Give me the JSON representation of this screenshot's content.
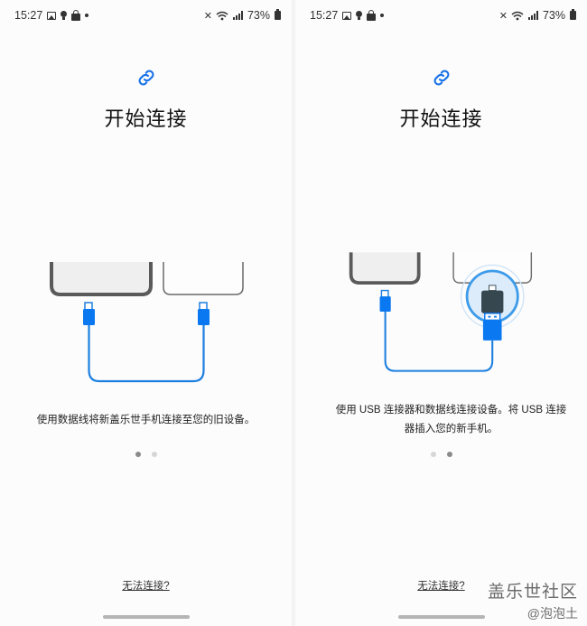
{
  "status_bar": {
    "time": "15:27",
    "battery_percent": "73%",
    "left_icons": [
      "gallery-icon",
      "bulb-icon",
      "shopping-bag-icon",
      "dot-icon"
    ],
    "right_icons": [
      "mute-icon",
      "wifi-icon",
      "signal-icon",
      "battery-icon"
    ]
  },
  "screens": [
    {
      "title": "开始连接",
      "icon": "link-icon",
      "description": "使用数据线将新盖乐世手机连接至您的旧设备。",
      "page_index": 0,
      "help_link": "无法连接?"
    },
    {
      "title": "开始连接",
      "icon": "link-icon",
      "description": "使用 USB 连接器和数据线连接设备。将 USB 连接器插入您的新手机。",
      "page_index": 1,
      "help_link": "无法连接?"
    }
  ],
  "pagination": {
    "total": 2
  },
  "watermark": {
    "title": "盖乐世社区",
    "user": "@泡泡土"
  },
  "colors": {
    "accent": "#1a73e8",
    "cable": "#1c7fe0",
    "connector": "#0a78f0",
    "adapter": "#37474f",
    "ring": "#3d9be9",
    "ring_fill": "#dcecfb",
    "background": "#fcfcfc"
  }
}
